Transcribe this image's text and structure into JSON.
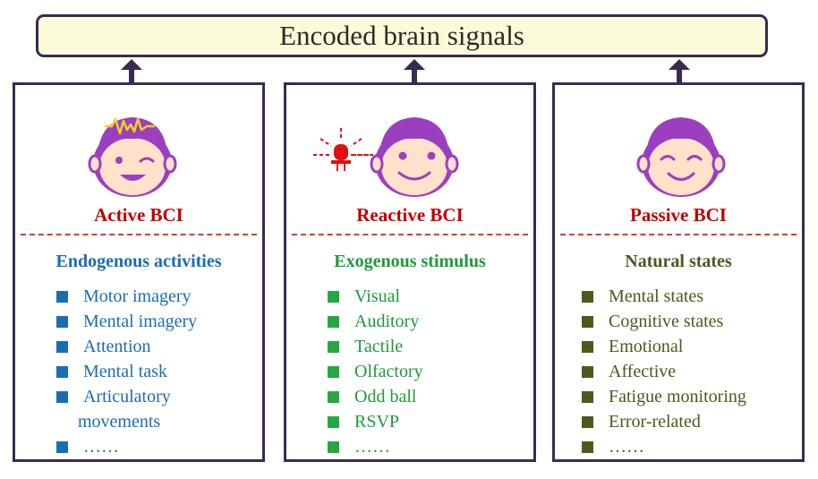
{
  "banner": {
    "title": "Encoded brain signals"
  },
  "colors": {
    "face": "#9b3fc0",
    "skin": "#ffe2c9",
    "title_red": "#c00000",
    "active": "#1b6db3",
    "reactive": "#1f9a3a",
    "passive": "#4b5a1d",
    "frame": "#3a2b52",
    "led": "#e01010"
  },
  "panels": [
    {
      "id": "active",
      "title": "Active BCI",
      "category": "Endogenous activities",
      "face": "wink-with-brainwave",
      "items": [
        "Motor imagery",
        "Mental imagery",
        "Attention",
        "Mental task",
        "Articulatory movements",
        "……"
      ]
    },
    {
      "id": "reactive",
      "title": "Reactive BCI",
      "category": "Exogenous stimulus",
      "face": "looking-at-flashing-led",
      "items": [
        "Visual",
        "Auditory",
        "Tactile",
        "Olfactory",
        "Odd ball",
        "RSVP",
        "……"
      ]
    },
    {
      "id": "passive",
      "title": "Passive BCI",
      "category": "Natural states",
      "face": "smiling-eyes-closed",
      "items": [
        "Mental states",
        "Cognitive states",
        "Emotional",
        "Affective",
        "Fatigue monitoring",
        "Error-related",
        "……"
      ]
    }
  ]
}
